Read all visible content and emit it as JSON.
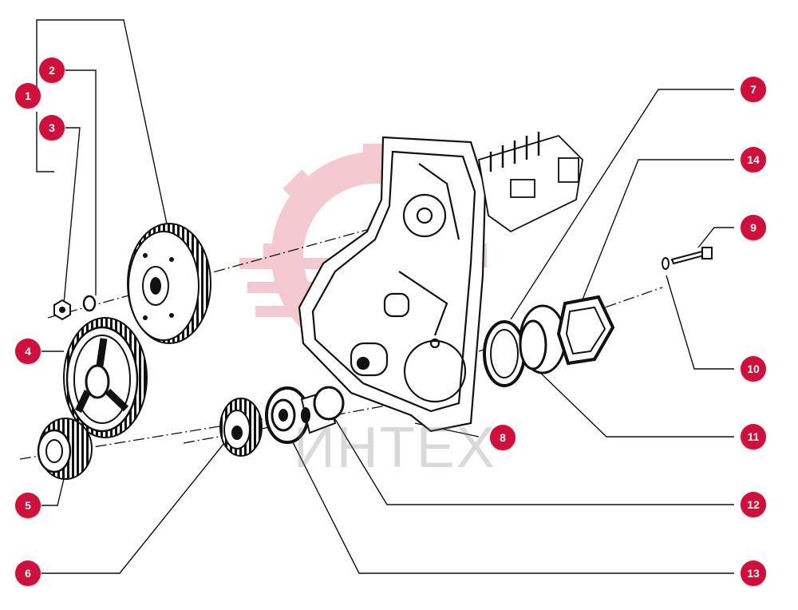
{
  "callouts": [
    {
      "label": "1"
    },
    {
      "label": "2"
    },
    {
      "label": "3"
    },
    {
      "label": "4"
    },
    {
      "label": "5"
    },
    {
      "label": "6"
    },
    {
      "label": "7"
    },
    {
      "label": "8"
    },
    {
      "label": "9"
    },
    {
      "label": "10"
    },
    {
      "label": "11"
    },
    {
      "label": "12"
    },
    {
      "label": "13"
    },
    {
      "label": "14"
    }
  ],
  "watermark": {
    "text": "ИНТЕХ"
  },
  "colors": {
    "badge": "#d0103a",
    "linework": "#111111",
    "logo_watermark": "#f2b8bf"
  }
}
